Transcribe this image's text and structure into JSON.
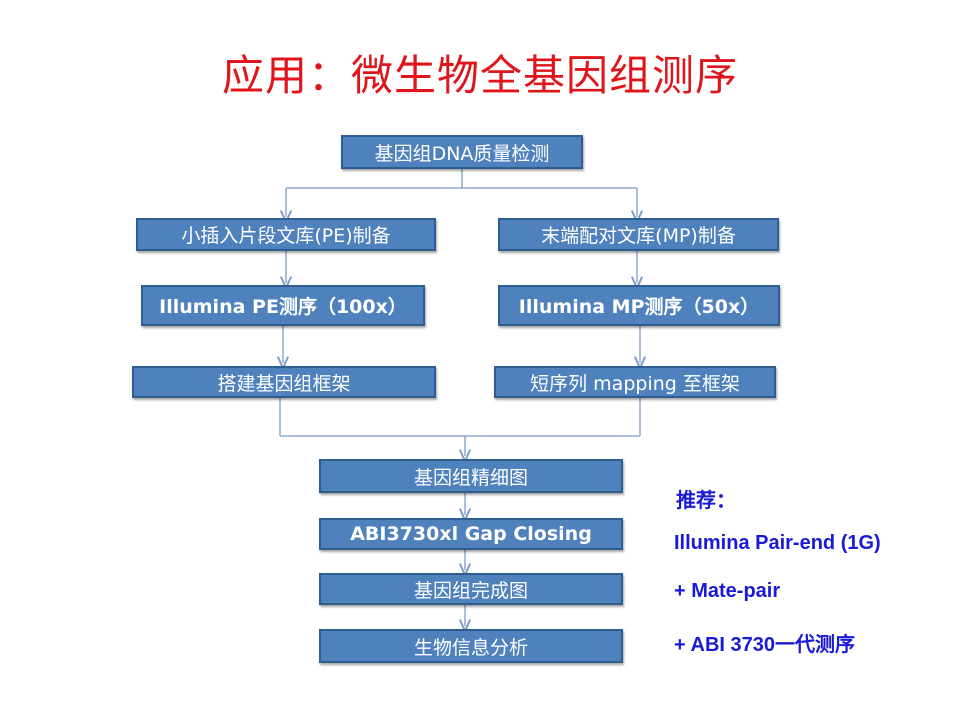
{
  "title": "应用：微生物全基因组测序",
  "flow": {
    "qc": "基因组DNA质量检测",
    "pe_lib": "小插入片段文库(PE)制备",
    "mp_lib": "末端配对文库(MP)制备",
    "pe_seq": "Illumina PE测序（100x）",
    "mp_seq": "Illumina MP测序（50x）",
    "scaffold": "搭建基因组框架",
    "mapping": "短序列 mapping 至框架",
    "fine_map": "基因组精细图",
    "gap_closing": "ABI3730xl Gap Closing",
    "complete_map": "基因组完成图",
    "bioinfo": "生物信息分析"
  },
  "recommend": {
    "heading": "推荐：",
    "items": [
      "Illumina Pair-end (1G)",
      "+ Mate-pair",
      "+ ABI 3730一代测序"
    ]
  },
  "colors": {
    "title": "#e0141b",
    "box_fill": "#4f81bd",
    "box_border": "#2e5d8f",
    "connector": "#7a9cc6",
    "recommend_text": "#1a1ad6"
  }
}
